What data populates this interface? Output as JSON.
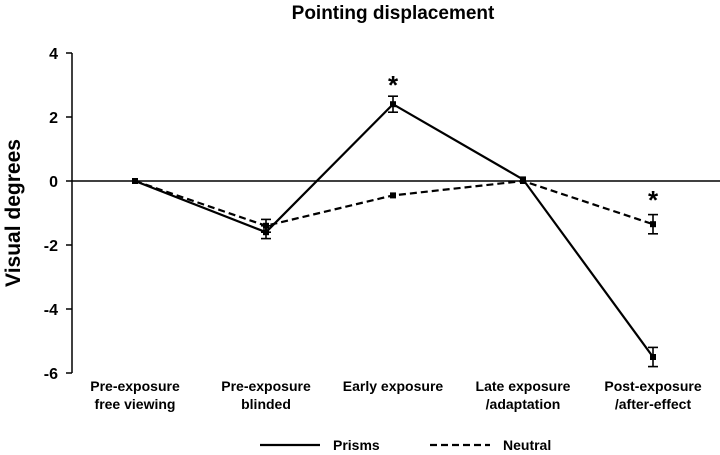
{
  "chart_data": {
    "type": "line",
    "title": "Pointing displacement",
    "ylabel": "Visual degrees",
    "xlabel": "",
    "ylim": [
      -6,
      4
    ],
    "yticks": [
      "4",
      "2",
      "0",
      "-2",
      "-4",
      "-6"
    ],
    "categories": [
      [
        "Pre-exposure",
        "free viewing"
      ],
      [
        "Pre-exposure",
        "blinded"
      ],
      [
        "Early exposure"
      ],
      [
        "Late exposure",
        "/adaptation"
      ],
      [
        "Post-exposure",
        "/after-effect"
      ]
    ],
    "series": [
      {
        "name": "Prisms",
        "style": "solid",
        "values": [
          0.0,
          -1.6,
          2.4,
          0.05,
          -5.5
        ],
        "errors": [
          0.05,
          0.2,
          0.25,
          0.05,
          0.3
        ]
      },
      {
        "name": "Neutral",
        "style": "dashed",
        "values": [
          0.0,
          -1.4,
          -0.45,
          0.0,
          -1.35
        ],
        "errors": [
          0.05,
          0.2,
          0.05,
          0.05,
          0.3
        ]
      }
    ],
    "annotations": [
      {
        "text": "*",
        "category_index": 2,
        "y": 3.1
      },
      {
        "text": "*",
        "category_index": 4,
        "y": -0.5
      }
    ],
    "grid": false,
    "legend_placement": "bottom-center",
    "colors": {
      "line": "#000000"
    }
  }
}
